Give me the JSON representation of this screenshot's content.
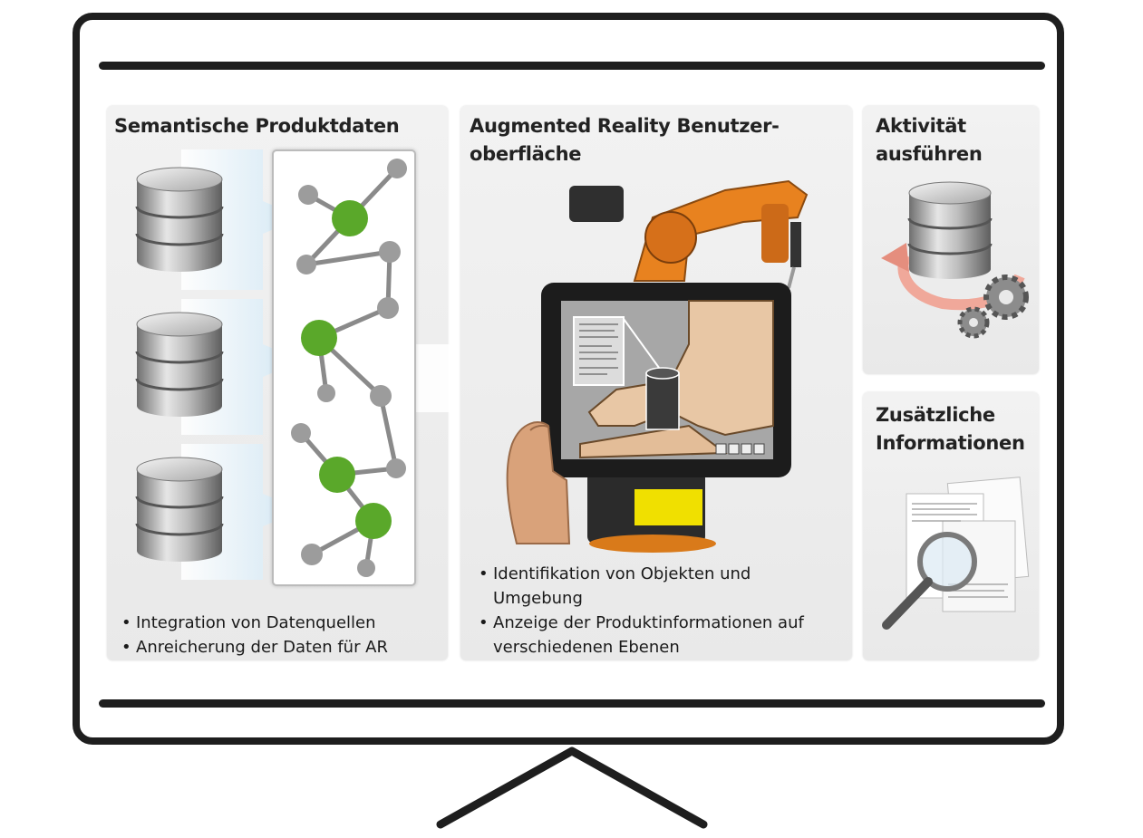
{
  "panels": {
    "semantic": {
      "title": "Semantische Produktdaten",
      "bullets": [
        "Integration von Datenquellen",
        "Anreicherung der Daten für AR"
      ]
    },
    "ar": {
      "title_line1": "Augmented Reality Benutzer-",
      "title_line2": "oberfläche",
      "bullets_line1": "Identifikation von Objekten und",
      "bullets_line2": "Umgebung",
      "bullets_line3": "Anzeige der Produktinformationen auf",
      "bullets_line4": "verschiedenen Ebenen"
    },
    "activity": {
      "title_line1": "Aktivität",
      "title_line2": "ausführen"
    },
    "info": {
      "title_line1": "Zusätzliche",
      "title_line2": "Informationen"
    }
  },
  "colors": {
    "frame": "#1e1e1e",
    "panel": "#ececec",
    "node_green": "#5aa82a",
    "node_gray": "#9a9a9a",
    "robot_orange": "#e8821f",
    "arrow_red": "#e07a6a"
  },
  "icons": [
    "database-icon",
    "graph-icon",
    "robot-arm-image",
    "tablet-icon",
    "hand-icon",
    "gears-icon",
    "documents-icon",
    "magnifier-icon"
  ]
}
